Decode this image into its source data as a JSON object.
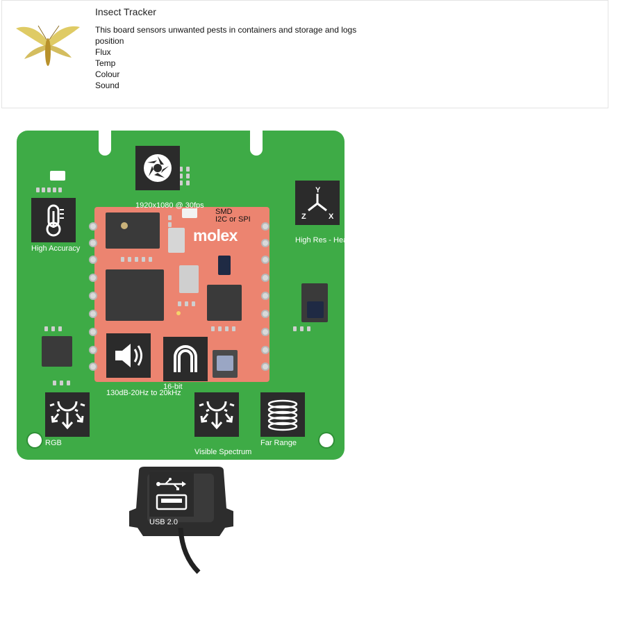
{
  "card": {
    "title": "Insect Tracker",
    "description": "This board sensors unwanted pests in containers and storage and logs",
    "features": [
      "position",
      "Flux",
      "Temp",
      "Colour",
      "Sound"
    ],
    "image_icon": "moth-icon"
  },
  "board": {
    "module_brand": "molex",
    "labels": {
      "camera": "1920x1080 @ 30fps",
      "interface_top": "SMD",
      "interface_bottom": "I2C or SPI",
      "temperature": "High Accuracy",
      "axis": "High Res - Hea",
      "sound": "130dB-20Hz to 20kHz",
      "magnet": "16-bit",
      "rgb": "RGB",
      "visible": "Visible Spectrum",
      "range": "Far Range",
      "usb": "USB 2.0"
    },
    "icons": [
      "aperture-icon",
      "thermometer-icon",
      "xyz-axis-icon",
      "speaker-icon",
      "magnet-icon",
      "light-sensor-icon",
      "light-sensor-icon",
      "coil-icon",
      "usb-icon"
    ],
    "colors": {
      "pcb": "#3eab46",
      "module": "#ec8470",
      "icon_bg": "#2b2b2b"
    }
  }
}
